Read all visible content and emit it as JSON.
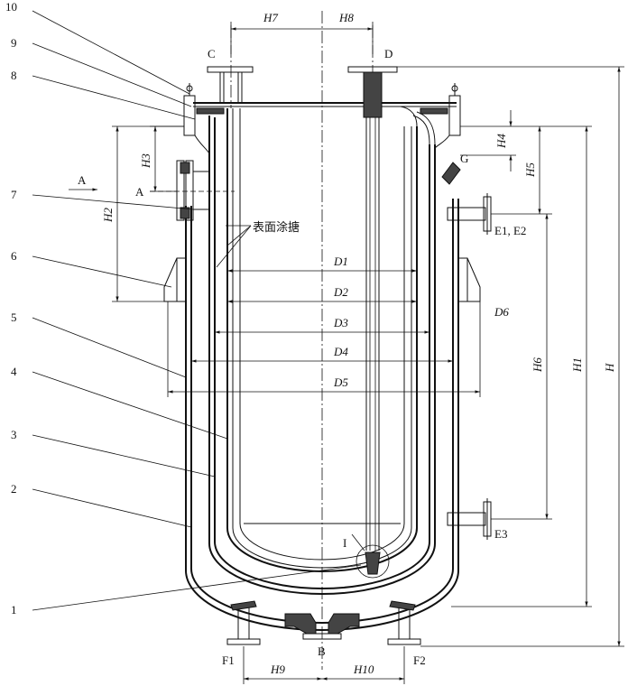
{
  "callouts": [
    "10",
    "9",
    "8",
    "7",
    "6",
    "5",
    "4",
    "3",
    "2",
    "1"
  ],
  "nozzles": {
    "c": "C",
    "d": "D",
    "g": "G",
    "a": "A",
    "a_view": "A",
    "e12": "E1, E2",
    "e3": "E3",
    "b": "B",
    "f1": "F1",
    "f2": "F2",
    "detail": "I"
  },
  "surface_note": "表面涂搪",
  "dims": {
    "h": "H",
    "h1": "H1",
    "h2": "H2",
    "h3": "H3",
    "h4": "H4",
    "h5": "H5",
    "h6": "H6",
    "h7": "H7",
    "h8": "H8",
    "h9": "H9",
    "h10": "H10",
    "d1": "D1",
    "d2": "D2",
    "d3": "D3",
    "d4": "D4",
    "d5": "D5",
    "d6": "D6"
  }
}
